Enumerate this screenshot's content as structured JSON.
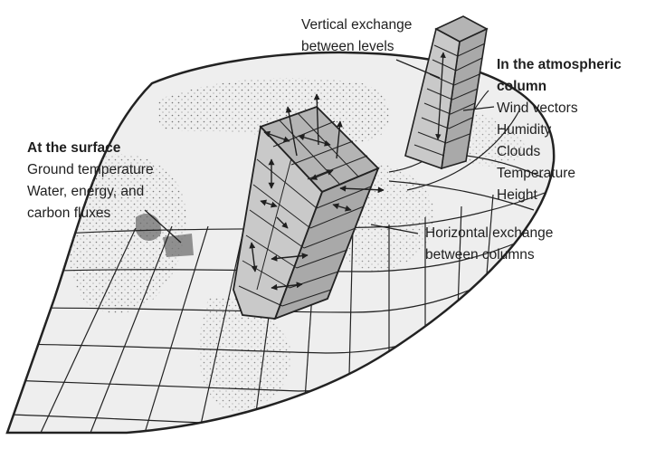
{
  "labels": {
    "vertical": [
      "Vertical exchange",
      "between levels"
    ],
    "atmos_heading": [
      "In the atmospheric",
      "column"
    ],
    "atmos_items": [
      "Wind vectors",
      "Humidity",
      "Clouds",
      "Temperature",
      "Height"
    ],
    "surface_heading": "At the surface",
    "surface_items": [
      "Ground temperature",
      "Water, energy, and",
      "carbon fluxes"
    ],
    "horizontal": [
      "Horizontal exchange",
      "between columns"
    ]
  },
  "colors": {
    "ink": "#1f1f1f",
    "globe": "#eeeeee",
    "column_front": "#c9c9c9",
    "column_top": "#b4b4b4",
    "column_side": "#a9a9a9"
  }
}
